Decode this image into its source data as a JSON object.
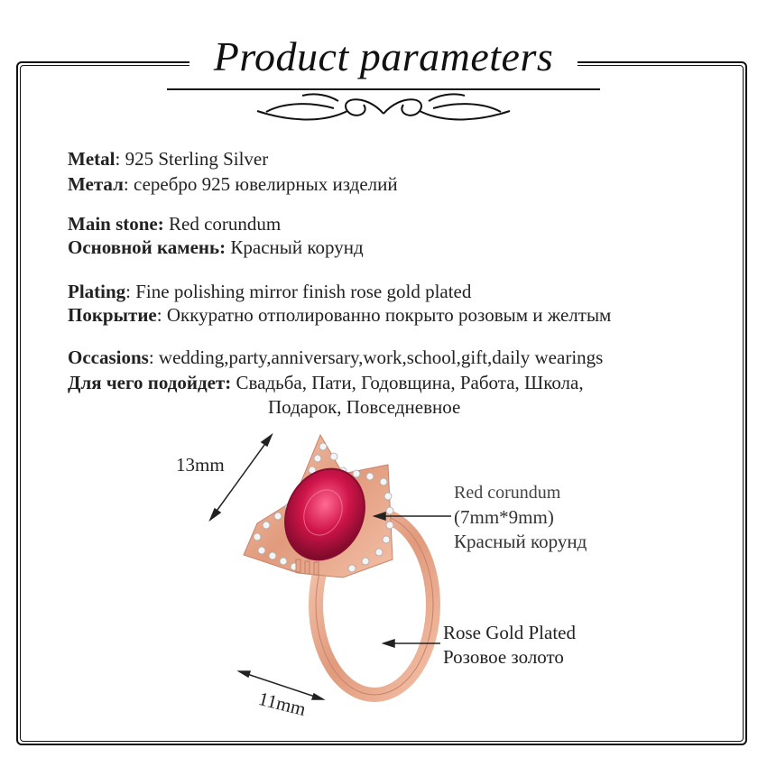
{
  "title": "Product parameters",
  "params": {
    "metal_label": "Metal",
    "metal_value": ": 925 Sterling Silver",
    "metal_ru_label": "Метал",
    "metal_ru_value": ": серебро 925 ювелирных изделий",
    "stone_label": "Main stone:",
    "stone_value": " Red corundum",
    "stone_ru_label": "Основной камень:",
    "stone_ru_value": " Красный корунд",
    "plating_label": "Plating",
    "plating_value": ": Fine polishing mirror finish rose gold plated",
    "plating_ru_label": "Покрытие",
    "plating_ru_value": ": Оккуратно отполированно  покрыто розовым и желтым",
    "occasions_label": "Occasions",
    "occasions_value": ": wedding,party,anniversary,work,school,gift,daily wearings",
    "occasions_ru_label": "Для чего подойдет:",
    "occasions_ru_value": "  Свадьба, Пати, Годовщина, Работа, Школа,",
    "occasions_ru_value2": "Подарок, Повседневное"
  },
  "dimensions": {
    "height": "13mm",
    "width": "11mm"
  },
  "callouts": {
    "stone_line1": "Red corundum",
    "stone_line2": "(7mm*9mm)",
    "stone_line3": "Красный корунд",
    "gold_line1": "Rose Gold Plated",
    "gold_line2": "Розовое золото"
  },
  "colors": {
    "ruby": "#c4123f",
    "rose_gold": "#e8a88e",
    "frame": "#111111"
  }
}
